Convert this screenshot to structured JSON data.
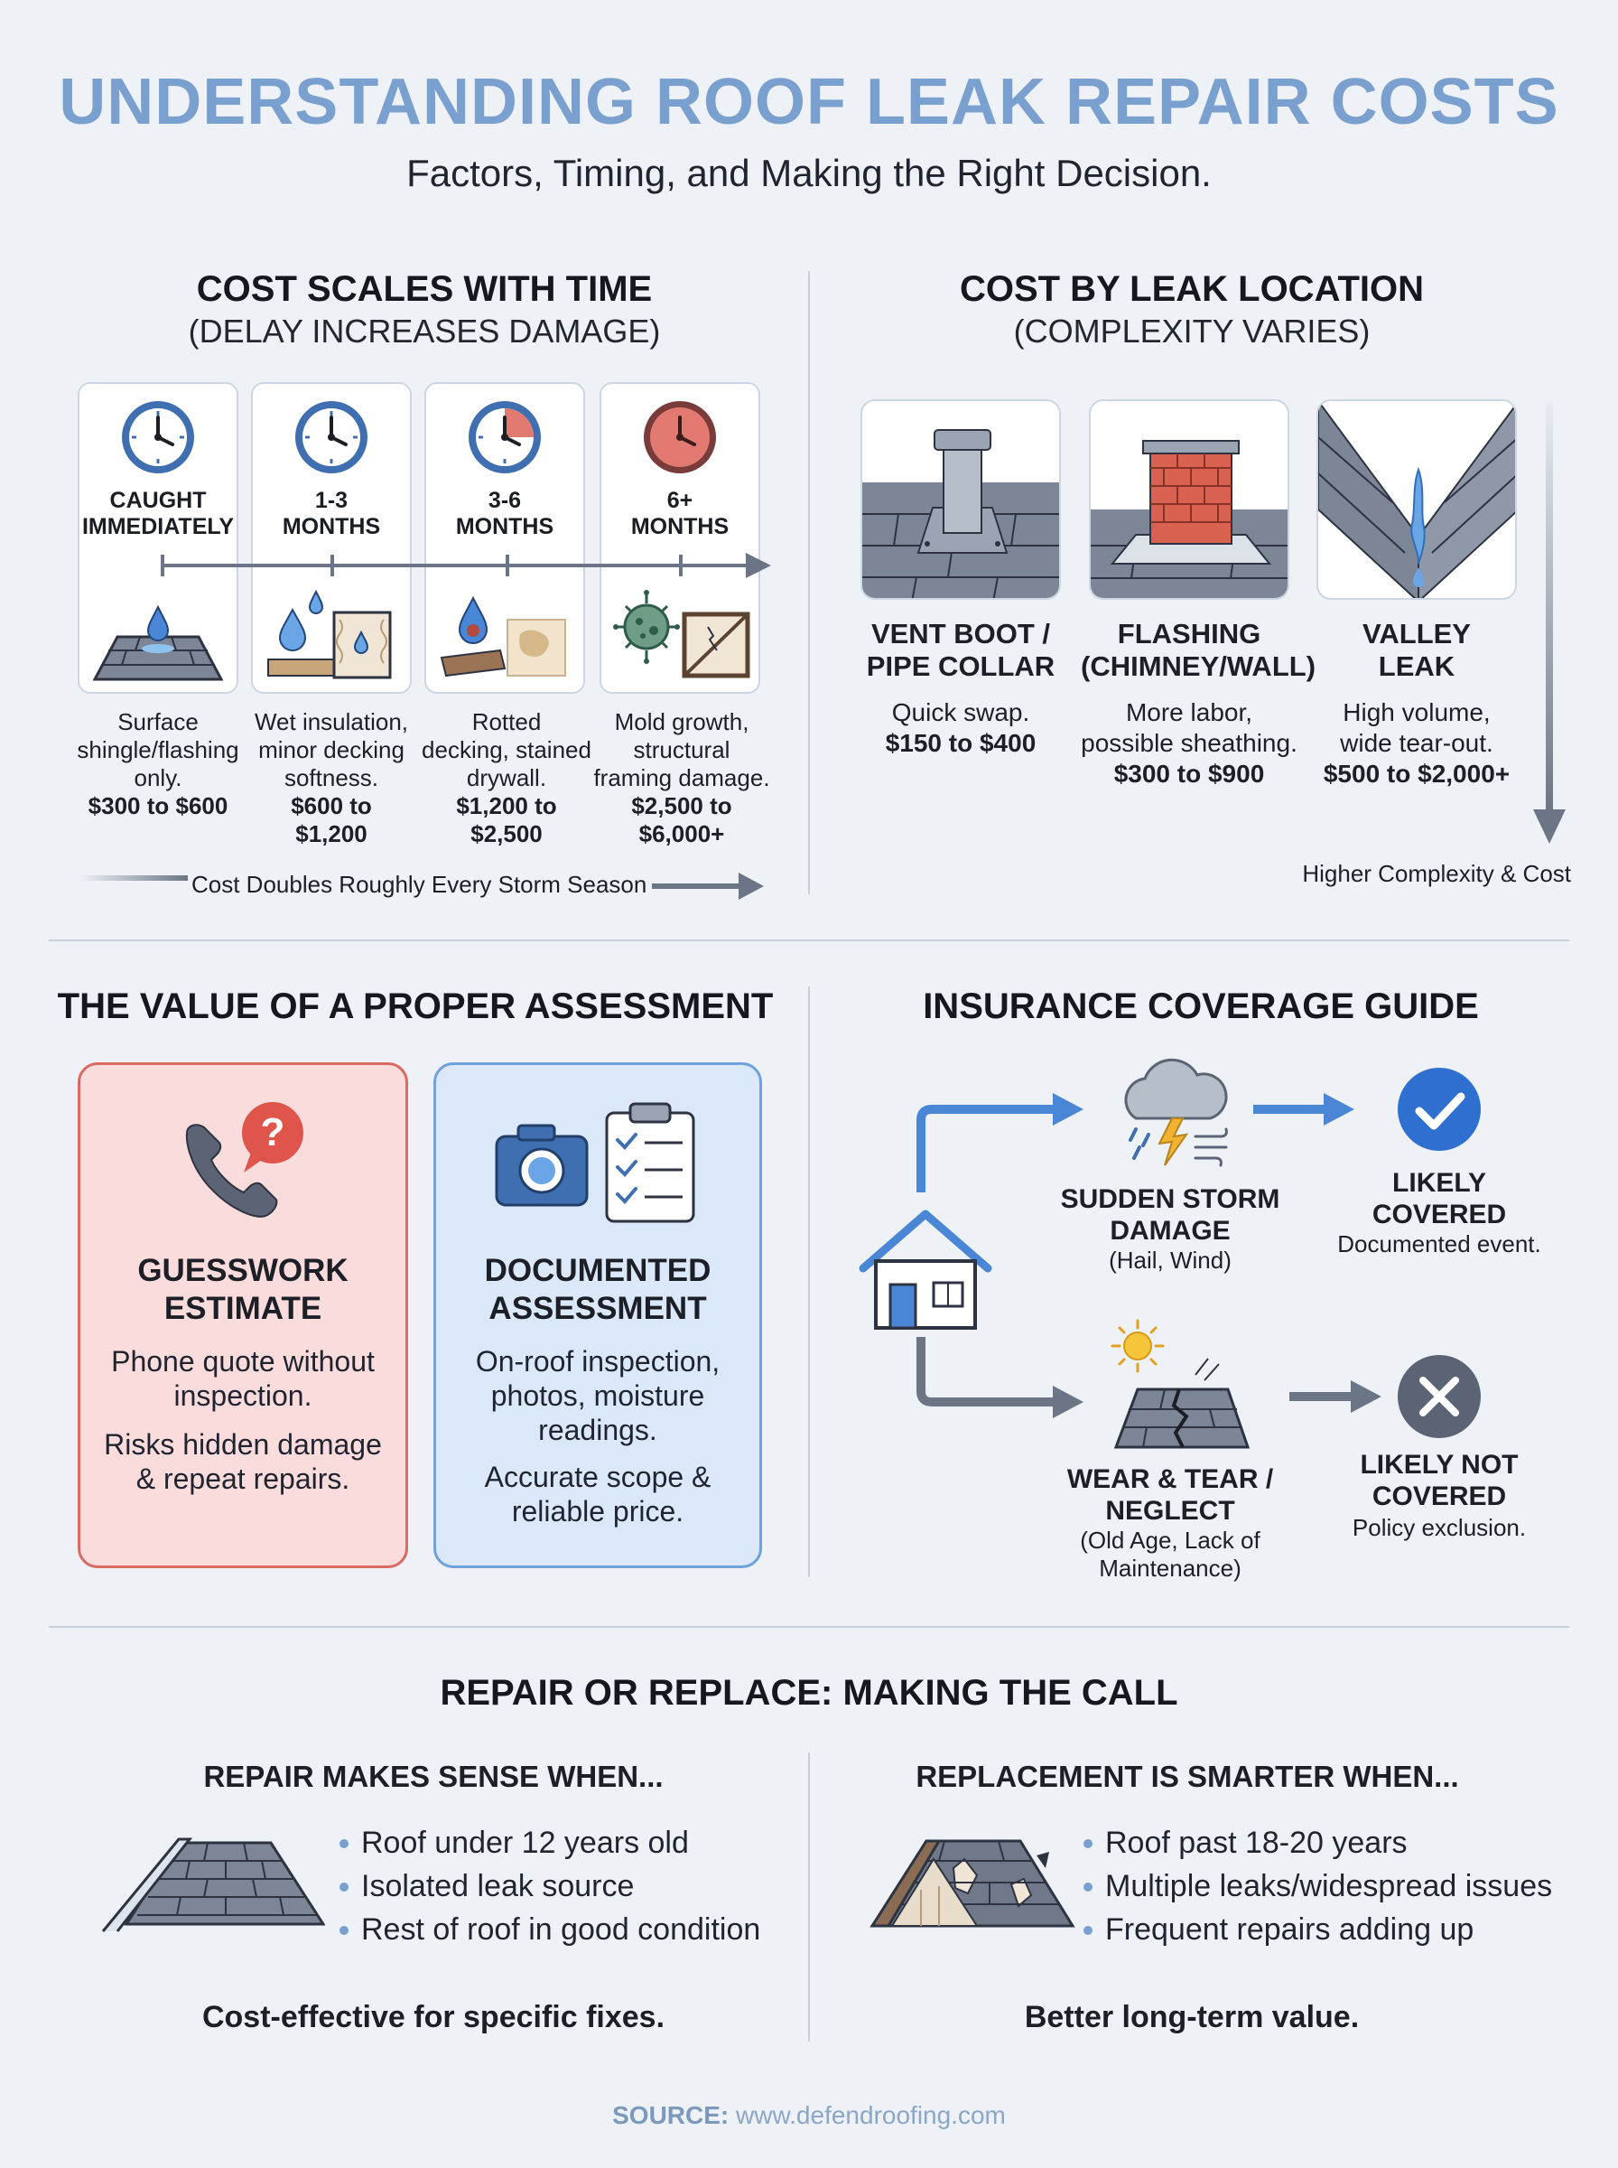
{
  "header": {
    "title": "UNDERSTANDING ROOF LEAK REPAIR COSTS",
    "subtitle": "Factors, Timing, and Making the Right Decision."
  },
  "time_section": {
    "heading": "COST SCALES WITH TIME",
    "subheading": "(DELAY INCREASES DAMAGE)",
    "stages": [
      {
        "label_line1": "CAUGHT",
        "label_line2": "IMMEDIATELY",
        "desc": [
          "Surface",
          "shingle/flashing",
          "only."
        ],
        "cost": [
          "$300 to $600"
        ],
        "clock_fill": 0
      },
      {
        "label_line1": "1-3",
        "label_line2": "MONTHS",
        "desc": [
          "Wet insulation,",
          "minor decking",
          "softness."
        ],
        "cost": [
          "$600 to",
          "$1,200"
        ],
        "clock_fill": 0
      },
      {
        "label_line1": "3-6",
        "label_line2": "MONTHS",
        "desc": [
          "Rotted",
          "decking, stained",
          "drywall."
        ],
        "cost": [
          "$1,200 to",
          "$2,500"
        ],
        "clock_fill": 0.25
      },
      {
        "label_line1": "6+",
        "label_line2": "MONTHS",
        "desc": [
          "Mold growth,",
          "structural",
          "framing damage."
        ],
        "cost": [
          "$2,500 to",
          "$6,000+"
        ],
        "clock_fill": 1
      }
    ],
    "footer": "Cost Doubles Roughly Every Storm Season"
  },
  "location_section": {
    "heading": "COST BY LEAK LOCATION",
    "subheading": "(COMPLEXITY VARIES)",
    "items": [
      {
        "name": [
          "VENT BOOT /",
          "PIPE COLLAR"
        ],
        "desc": [
          "Quick swap."
        ],
        "cost": "$150 to $400"
      },
      {
        "name": [
          "FLASHING",
          "(CHIMNEY/WALL)"
        ],
        "desc": [
          "More labor,",
          "possible sheathing."
        ],
        "cost": "$300 to $900"
      },
      {
        "name": [
          "VALLEY",
          "LEAK"
        ],
        "desc": [
          "High volume,",
          "wide tear-out."
        ],
        "cost": "$500 to $2,000+"
      }
    ],
    "axis_label": "Higher Complexity & Cost"
  },
  "assessment_section": {
    "heading": "THE VALUE OF A PROPER ASSESSMENT",
    "guess": {
      "title": [
        "GUESSWORK",
        "ESTIMATE"
      ],
      "text1": [
        "Phone quote without",
        "inspection."
      ],
      "text2": [
        "Risks hidden damage",
        "& repeat repairs."
      ]
    },
    "documented": {
      "title": [
        "DOCUMENTED",
        "ASSESSMENT"
      ],
      "text1": [
        "On-roof inspection,",
        "photos, moisture",
        "readings."
      ],
      "text2": [
        "Accurate scope &",
        "reliable price."
      ]
    }
  },
  "insurance_section": {
    "heading": "INSURANCE COVERAGE GUIDE",
    "storm": {
      "title": [
        "SUDDEN STORM",
        "DAMAGE"
      ],
      "note": "(Hail, Wind)"
    },
    "covered": {
      "title": [
        "LIKELY",
        "COVERED"
      ],
      "note": "Documented event."
    },
    "wear": {
      "title": [
        "WEAR & TEAR /",
        "NEGLECT"
      ],
      "note": [
        "(Old Age, Lack of",
        "Maintenance)"
      ]
    },
    "not_covered": {
      "title": [
        "LIKELY NOT",
        "COVERED"
      ],
      "note": "Policy exclusion."
    }
  },
  "repair_section": {
    "heading": "REPAIR OR REPLACE: MAKING THE CALL",
    "repair": {
      "heading": "REPAIR MAKES SENSE WHEN...",
      "bullets": [
        "Roof under 12 years old",
        "Isolated leak source",
        "Rest of roof in good condition"
      ],
      "footer": "Cost-effective for specific fixes."
    },
    "replace": {
      "heading": "REPLACEMENT IS SMARTER WHEN...",
      "bullets": [
        "Roof past 18-20 years",
        "Multiple leaks/widespread issues",
        "Frequent repairs adding up"
      ],
      "footer": "Better long-term value."
    }
  },
  "source": {
    "label": "SOURCE:",
    "url": "www.defendroofing.com"
  },
  "colors": {
    "accent_blue": "#4a86d6",
    "title_blue": "#7aa0cf",
    "guess_red": "#d96b63",
    "doc_blue": "#6fa1dc",
    "slate": "#6b7585"
  }
}
